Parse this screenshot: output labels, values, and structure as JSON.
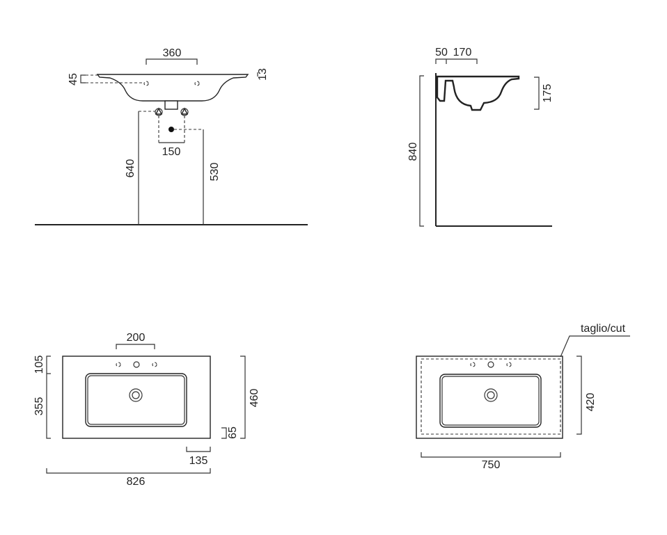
{
  "front_view": {
    "width_holes": "360",
    "hole_height": "45",
    "rim_thickness": "13",
    "fixing_spacing": "150",
    "height_total": "640",
    "height_fixing": "530"
  },
  "side_view": {
    "wall_offset": "50",
    "depth_offset": "170",
    "height_total": "840",
    "basin_depth": "175"
  },
  "top_view": {
    "hole_spacing": "200",
    "front_to_holes": "105",
    "holes_to_back": "355",
    "depth": "460",
    "drain_offset": "65",
    "overflow_offset": "135",
    "width": "826"
  },
  "cut_view": {
    "label": "taglio/cut",
    "depth": "420",
    "width": "750"
  },
  "colors": {
    "line": "#222222",
    "background": "#ffffff"
  }
}
